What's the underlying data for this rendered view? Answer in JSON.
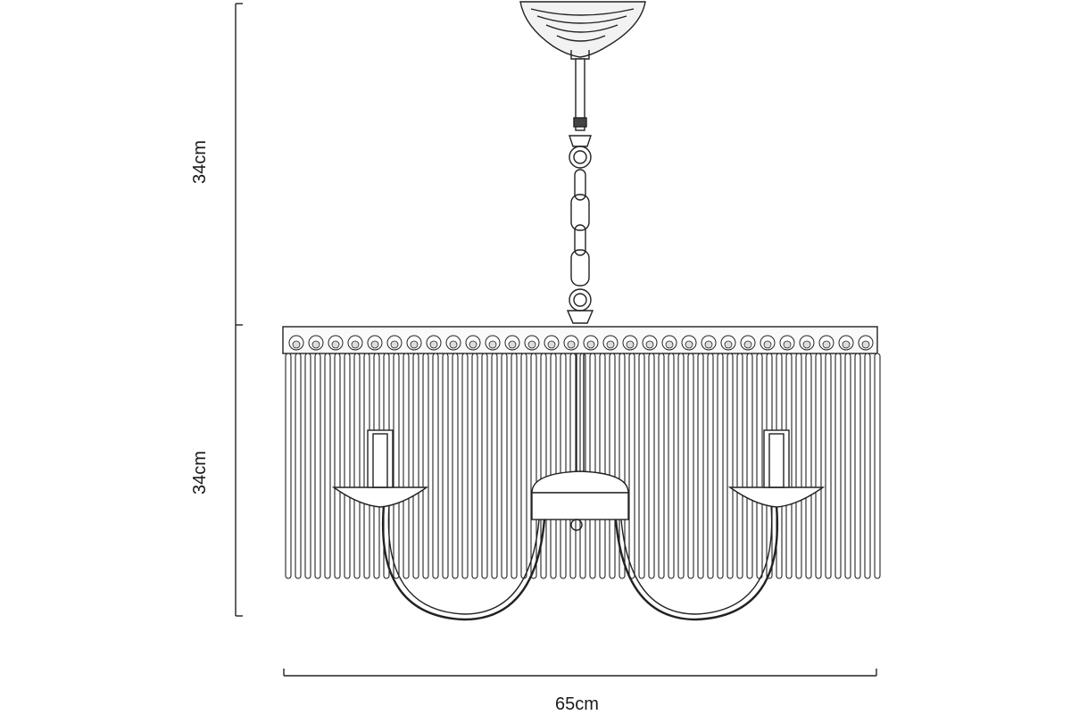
{
  "dimensions": {
    "upper_height": "34cm",
    "lower_height": "34cm",
    "width": "65cm"
  }
}
